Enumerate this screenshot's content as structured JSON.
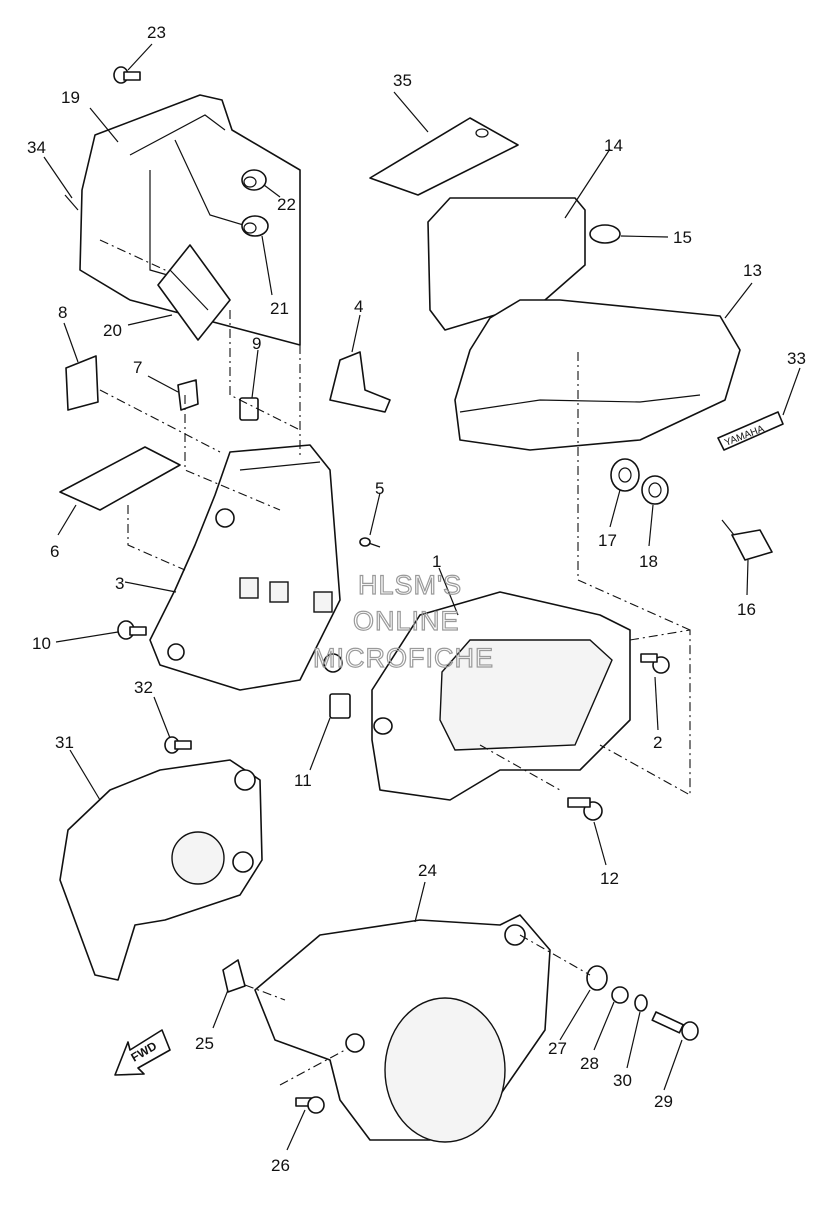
{
  "diagram": {
    "callouts": [
      {
        "id": "c1",
        "label": "1"
      },
      {
        "id": "c2",
        "label": "2"
      },
      {
        "id": "c3",
        "label": "3"
      },
      {
        "id": "c4",
        "label": "4"
      },
      {
        "id": "c5",
        "label": "5"
      },
      {
        "id": "c6",
        "label": "6"
      },
      {
        "id": "c7",
        "label": "7"
      },
      {
        "id": "c8",
        "label": "8"
      },
      {
        "id": "c9",
        "label": "9"
      },
      {
        "id": "c10",
        "label": "10"
      },
      {
        "id": "c11",
        "label": "11"
      },
      {
        "id": "c12",
        "label": "12"
      },
      {
        "id": "c13",
        "label": "13"
      },
      {
        "id": "c14",
        "label": "14"
      },
      {
        "id": "c15",
        "label": "15"
      },
      {
        "id": "c16",
        "label": "16"
      },
      {
        "id": "c17",
        "label": "17"
      },
      {
        "id": "c18",
        "label": "18"
      },
      {
        "id": "c19",
        "label": "19"
      },
      {
        "id": "c20",
        "label": "20"
      },
      {
        "id": "c21",
        "label": "21"
      },
      {
        "id": "c22",
        "label": "22"
      },
      {
        "id": "c23",
        "label": "23"
      },
      {
        "id": "c24",
        "label": "24"
      },
      {
        "id": "c25",
        "label": "25"
      },
      {
        "id": "c26",
        "label": "26"
      },
      {
        "id": "c27",
        "label": "27"
      },
      {
        "id": "c28",
        "label": "28"
      },
      {
        "id": "c29",
        "label": "29"
      },
      {
        "id": "c30",
        "label": "30"
      },
      {
        "id": "c31",
        "label": "31"
      },
      {
        "id": "c32",
        "label": "32"
      },
      {
        "id": "c33",
        "label": "33"
      },
      {
        "id": "c34",
        "label": "34"
      },
      {
        "id": "c35",
        "label": "35"
      }
    ],
    "emblem_text": "YAMAHA",
    "fwd_text": "FWD"
  },
  "watermark": {
    "line1": "HLSM'S",
    "line2": "ONLINE",
    "line3": "MICROFICHE"
  }
}
